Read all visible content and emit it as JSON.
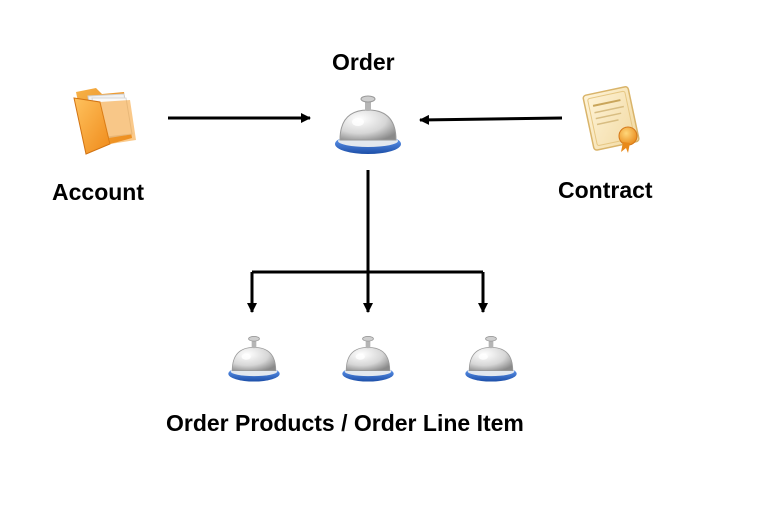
{
  "diagram": {
    "root": {
      "label": "Order",
      "icon": "service-bell-icon"
    },
    "inputs": [
      {
        "label": "Account",
        "icon": "folder-icon"
      },
      {
        "label": "Contract",
        "icon": "certificate-document-icon"
      }
    ],
    "children": {
      "label": "Order Products / Order Line Item",
      "icon": "service-bell-icon",
      "count": 3
    },
    "colors": {
      "line": "#000000",
      "folder": "#f5a623",
      "bell_base": "#2f6fd6",
      "certificate_seal": "#f5a623"
    }
  }
}
